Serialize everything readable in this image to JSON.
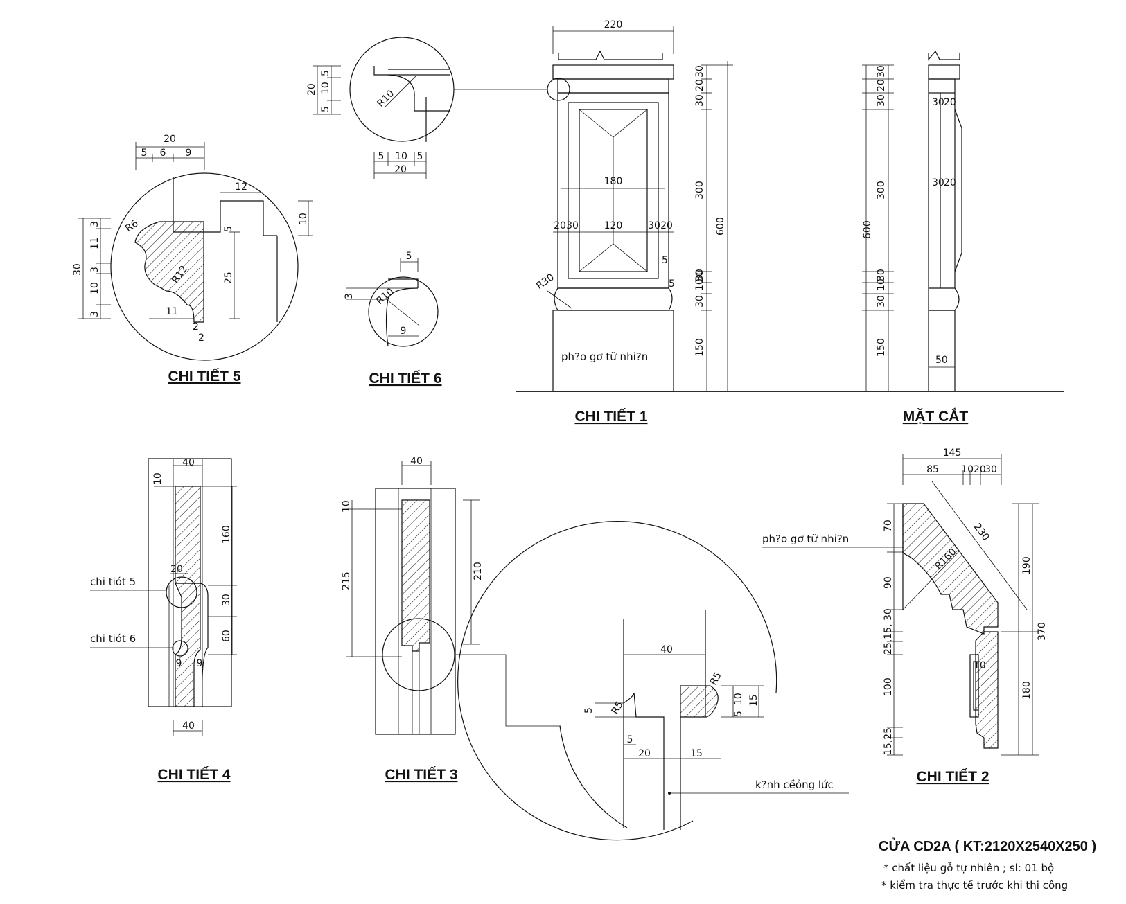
{
  "titles": {
    "d5": "CHI TIẾT 5",
    "d6": "CHI TIẾT 6",
    "d1": "CHI TIẾT 1",
    "section": "MẶT CẮT",
    "d4": "CHI TIẾT 4",
    "d3": "CHI TIẾT 3",
    "d2": "CHI TIẾT 2"
  },
  "door_title": "CỬA CD2A ( KT:2120X2540X250 )",
  "notes": [
    "* chất liệu gỗ tự nhiên ; sl: 01 bộ",
    "* kiểm tra thực tế trước khi thi công"
  ],
  "labels": {
    "wood_d1": "ph?o gơ tữ nhi?n",
    "wood_d2": "ph?o gơ tữ nhi?n",
    "glass": "k?nh cềỏng lức",
    "ref5": "chi tiót 5",
    "ref6": "chi tiót 6"
  },
  "dims": {
    "d1_220": "220",
    "d1_180": "180",
    "d1_20a": "20",
    "d1_30a": "30",
    "d1_120": "120",
    "d1_30b": "30",
    "d1_20b": "20",
    "d1_r30": "R30",
    "d1_5a": "5",
    "d1_5b": "5",
    "d1_v30a": "30",
    "d1_v20": "20",
    "d1_v30b": "30",
    "d1_v300": "300",
    "d1_v30c": "30",
    "d1_v10": "10",
    "d1_v30d": "30",
    "d1_v30e": "30",
    "d1_v150": "150",
    "d1_v600": "600",
    "s_v30a": "30",
    "s_v20": "20",
    "s_v30b": "30",
    "s_v300": "300",
    "s_v30c": "30",
    "s_v10": "10",
    "s_v30d": "30",
    "s_v150": "150",
    "s_v600": "600",
    "s_30a": "30",
    "s_20a": "20",
    "s_30b": "30",
    "s_20b": "20",
    "s_50": "50",
    "d5_20": "20",
    "d5_5": "5",
    "d5_6": "6",
    "d5_9": "9",
    "d5_12": "12",
    "d5_10": "10",
    "d5_r6": "R6",
    "d5_r12": "R12",
    "d5_v5": "5",
    "d5_v25": "25",
    "d5_11b": "11",
    "d5_2a": "2",
    "d5_2b": "2",
    "d5_30": "30",
    "d5_3a": "3",
    "d5_11": "11",
    "d5_3b": "3",
    "d5_10b": "10",
    "d5_3c": "3",
    "d6a_20": "20",
    "d6a_5a": "5",
    "d6a_10": "10",
    "d6a_5b": "5",
    "d6a_r10": "R10",
    "d6a_h5a": "5",
    "d6a_h10": "10",
    "d6a_h5b": "5",
    "d6a_h20": "20",
    "d6_5": "5",
    "d6_3": "3",
    "d6_r10": "R10",
    "d6_9": "9",
    "d4_40a": "40",
    "d4_10": "10",
    "d4_160": "160",
    "d4_20": "20",
    "d4_30": "30",
    "d4_60": "60",
    "d4_9a": "9",
    "d4_9b": "9",
    "d4_40b": "40",
    "d3_40": "40",
    "d3_10": "10",
    "d3_215": "215",
    "d3_210": "210",
    "d3d_40": "40",
    "d3d_r5a": "R5",
    "d3d_r5b": "R5",
    "d3d_5a": "5",
    "d3d_10": "10",
    "d3d_5b": "5",
    "d3d_15a": "15",
    "d3d_5c": "5",
    "d3d_20": "20",
    "d3d_15b": "15",
    "d2_145": "145",
    "d2_85": "85",
    "d2_1020": "1020",
    "d2_30": "30",
    "d2_230": "230",
    "d2_r160": "R160",
    "d2_70": "70",
    "d2_90": "90",
    "d2_2515": "25,15, 30",
    "d2_100": "100",
    "d2_1525": "15,25",
    "d2_190": "190",
    "d2_370": "370",
    "d2_180": "180",
    "d2_10": "10"
  }
}
